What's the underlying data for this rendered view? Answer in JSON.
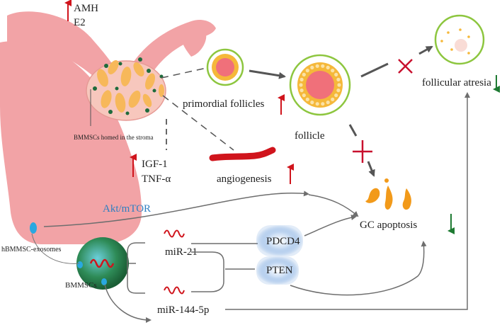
{
  "labels": {
    "amh": "AMH",
    "e2": "E2",
    "stroma_note": "BMMSCs homed in the stroma",
    "igf1": "IGF-1",
    "tnfa": "TNF-α",
    "primordial_follicles": "primordial follicles",
    "follicle": "follicle",
    "follicular_atresia": "follicular atresia",
    "angiogenesis": "angiogenesis",
    "akt_mtor": "Akt/mTOR",
    "gc_apoptosis": "GC apoptosis",
    "pdcd4": "PDCD4",
    "pten": "PTEN",
    "mir21": "miR-21",
    "mir144": "miR-144-5p",
    "exosomes": "hBMMSC-exosomes",
    "bmmscs": "BMMSCs"
  },
  "colors": {
    "up_arrow": "#d0141c",
    "down_arrow": "#1e7a32",
    "uterus": "#f2a3a6",
    "ovary": "#f7c7bd",
    "blob": "#f7b85a",
    "stem_cell_dot": "#1e6b3c",
    "follicle_ring": "#8dc63f",
    "granulosa": "#f5b83a",
    "oocyte": "#f0707a",
    "akt_text": "#2f7fc1",
    "exosome_dot": "#29a8e0",
    "cross": "#c8102e",
    "pathway_arrow": "#6e6e6e",
    "node_blue": "#3d7fd0",
    "apoptosis_flame": "#f29a1a"
  }
}
